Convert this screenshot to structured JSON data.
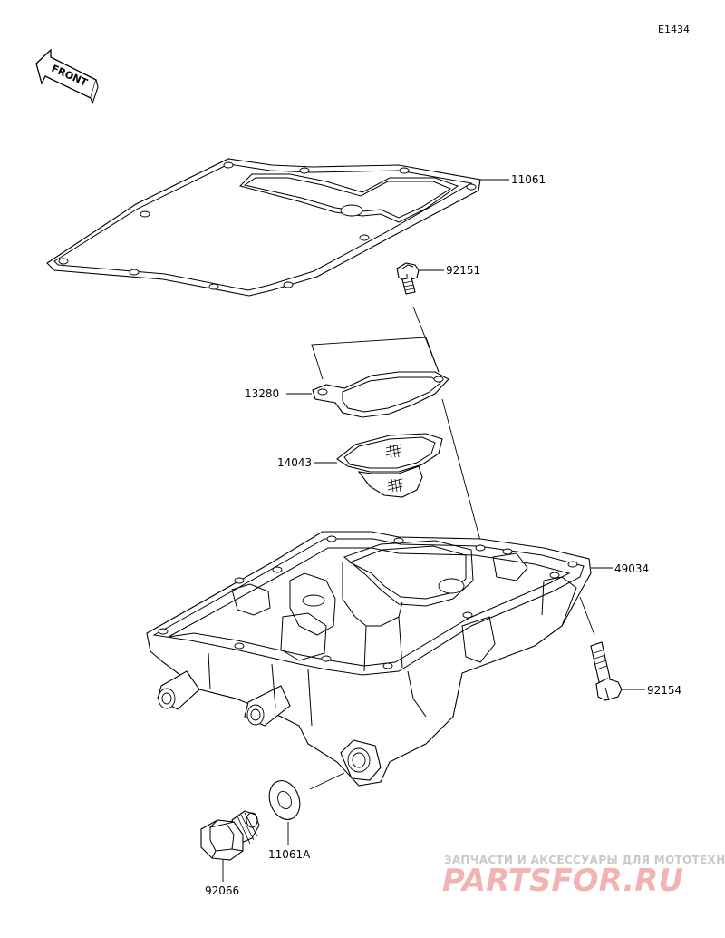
{
  "diagram": {
    "ref_code": "E1434",
    "direction_label": "FRONT",
    "parts": [
      {
        "number": "11061"
      },
      {
        "number": "92151"
      },
      {
        "number": "13280"
      },
      {
        "number": "14043"
      },
      {
        "number": "49034"
      },
      {
        "number": "92154"
      },
      {
        "number": "11061A"
      },
      {
        "number": "92066"
      }
    ]
  },
  "watermark": {
    "tagline": "ЗАПЧАСТИ И АКСЕССУАРЫ ДЛЯ МОТОТЕХНИКИ",
    "logo": "PARTSFOR.RU"
  }
}
